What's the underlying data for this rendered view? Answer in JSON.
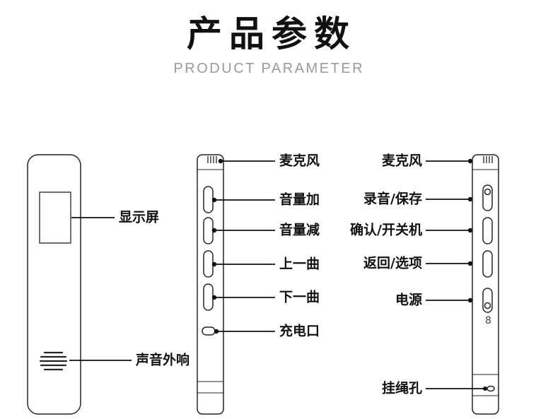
{
  "header": {
    "title_cn": "产品参数",
    "title_en": "PRODUCT PARAMETER"
  },
  "front_view": {
    "labels": [
      {
        "part": "display-screen",
        "text": "显示屏"
      },
      {
        "part": "speaker",
        "text": "声音外响"
      }
    ]
  },
  "side_view_buttons": {
    "labels": [
      {
        "part": "microphone",
        "text": "麦克风"
      },
      {
        "part": "volume-up",
        "text": "音量加"
      },
      {
        "part": "volume-down",
        "text": "音量减"
      },
      {
        "part": "previous-track",
        "text": "上一曲"
      },
      {
        "part": "next-track",
        "text": "下一曲"
      },
      {
        "part": "charging-port",
        "text": "充电口"
      }
    ]
  },
  "side_view_controls": {
    "labels": [
      {
        "part": "microphone",
        "text": "麦克风"
      },
      {
        "part": "record-save",
        "text": "录音/保存"
      },
      {
        "part": "confirm-power-switch",
        "text": "确认/开关机"
      },
      {
        "part": "back-options",
        "text": "返回/选项"
      },
      {
        "part": "power",
        "text": "电源"
      },
      {
        "part": "lanyard-hole",
        "text": "挂绳孔"
      }
    ],
    "marking": "8"
  },
  "colors": {
    "ink": "#111111",
    "outline": "#242424",
    "subtitle": "#9a9a9a"
  }
}
